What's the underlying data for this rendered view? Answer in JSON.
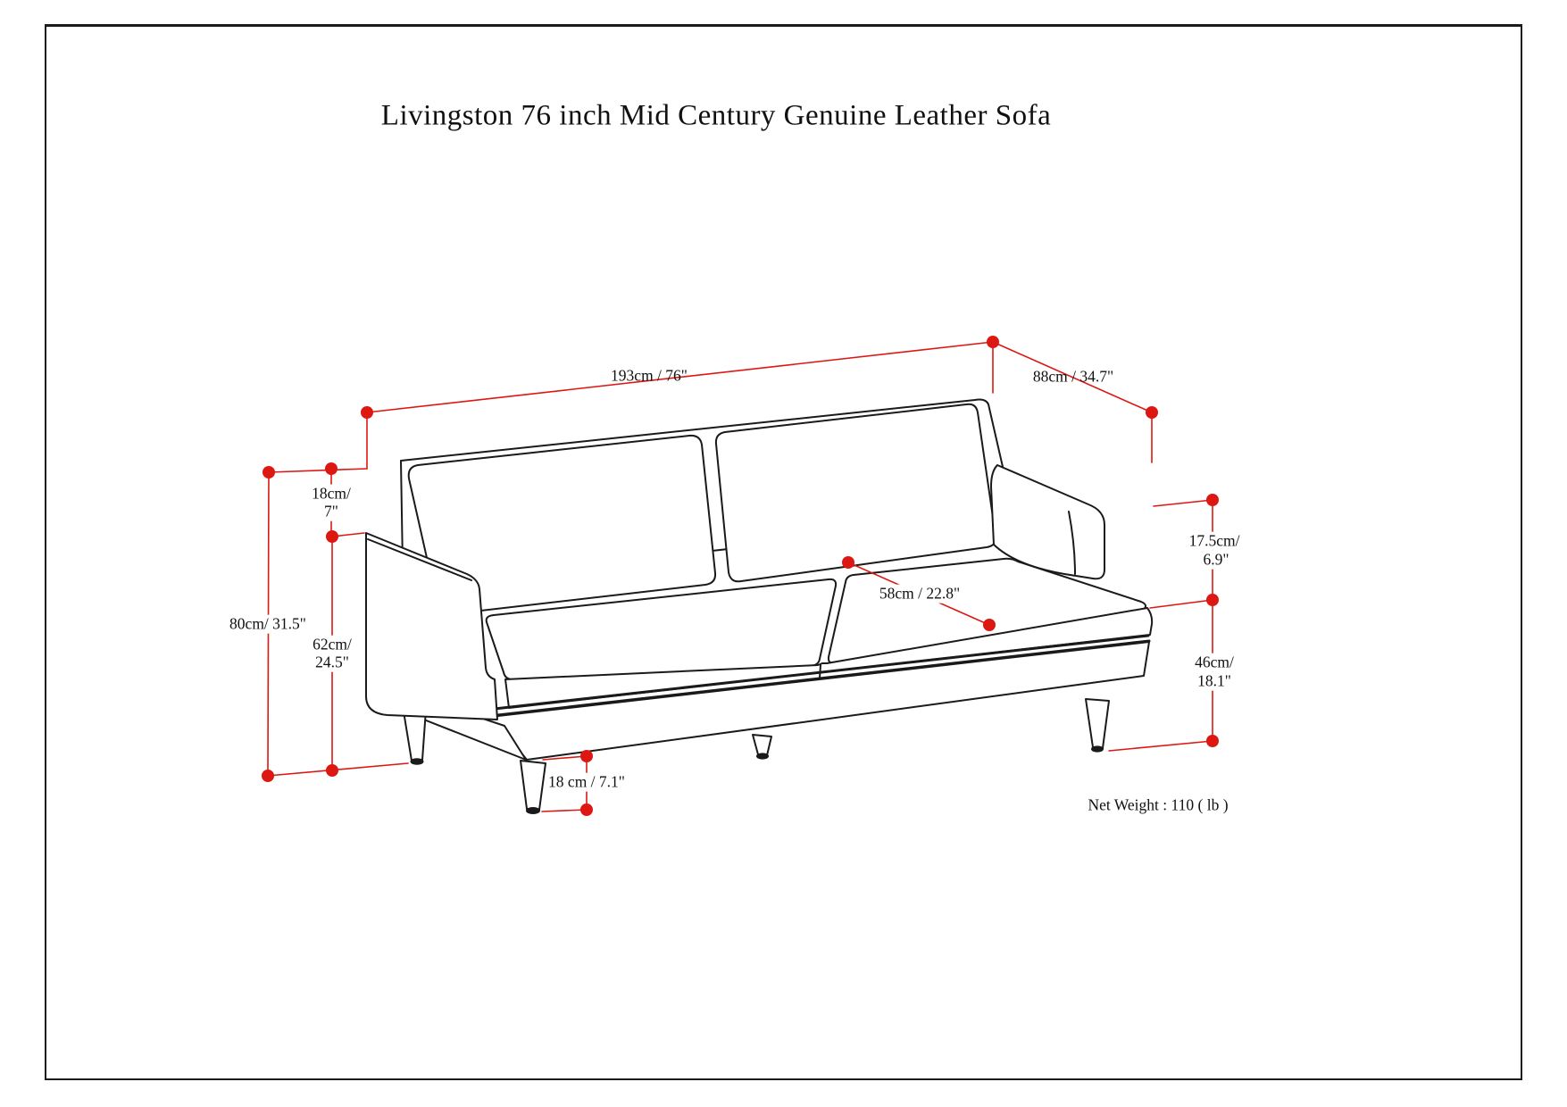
{
  "page": {
    "title": "Livingston 76 inch Mid Century Genuine Leather Sofa",
    "net_weight": "Net Weight : 110 ( lb )"
  },
  "dimensions": {
    "overall_width": "193cm / 76\"",
    "overall_depth": "88cm / 34.7\"",
    "back_cushion_height_line1": "18cm/",
    "back_cushion_height_line2": "7\"",
    "overall_height": "80cm/ 31.5\"",
    "arm_height_line1": "62cm/",
    "arm_height_line2": "24.5\"",
    "seat_depth": "58cm / 22.8\"",
    "back_above_arm_line1": "17.5cm/",
    "back_above_arm_line2": "6.9\"",
    "seat_height_line1": "46cm/",
    "seat_height_line2": "18.1\"",
    "leg_height": "18 cm / 7.1\""
  },
  "colors": {
    "dimension_red": "#dd1712",
    "line_art": "#1a1a1a"
  }
}
